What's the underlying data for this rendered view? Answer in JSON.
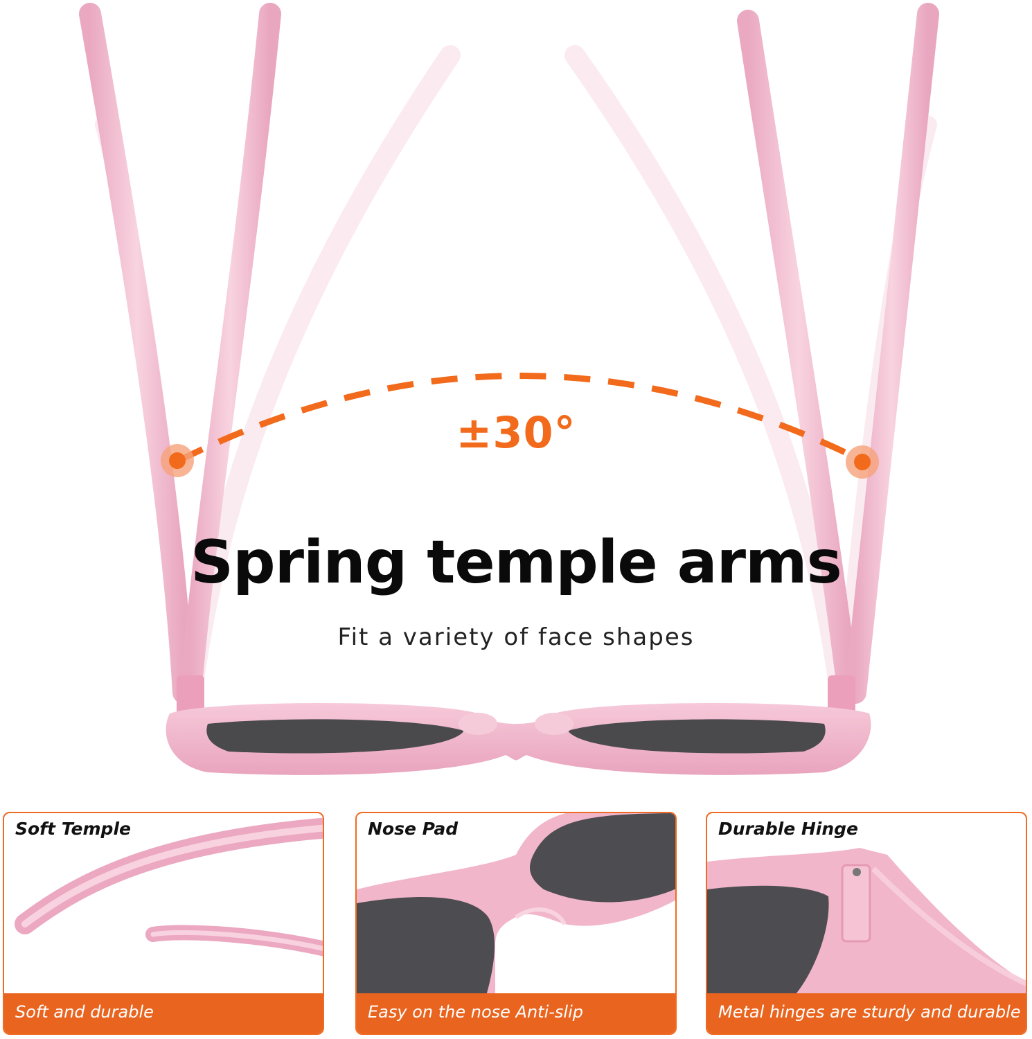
{
  "angle_label": "±30°",
  "title": "Spring temple arms",
  "subtitle": "Fit a variety of face shapes",
  "colors": {
    "accent": "#f26a1b",
    "frame_pink": "#f3bfd2",
    "lens": "#4a4a4d"
  },
  "panels": [
    {
      "title": "Soft Temple",
      "footer": "Soft and durable"
    },
    {
      "title": "Nose Pad",
      "footer": "Easy on the nose Anti-slip"
    },
    {
      "title": "Durable Hinge",
      "footer": "Metal hinges are sturdy and durable"
    }
  ]
}
